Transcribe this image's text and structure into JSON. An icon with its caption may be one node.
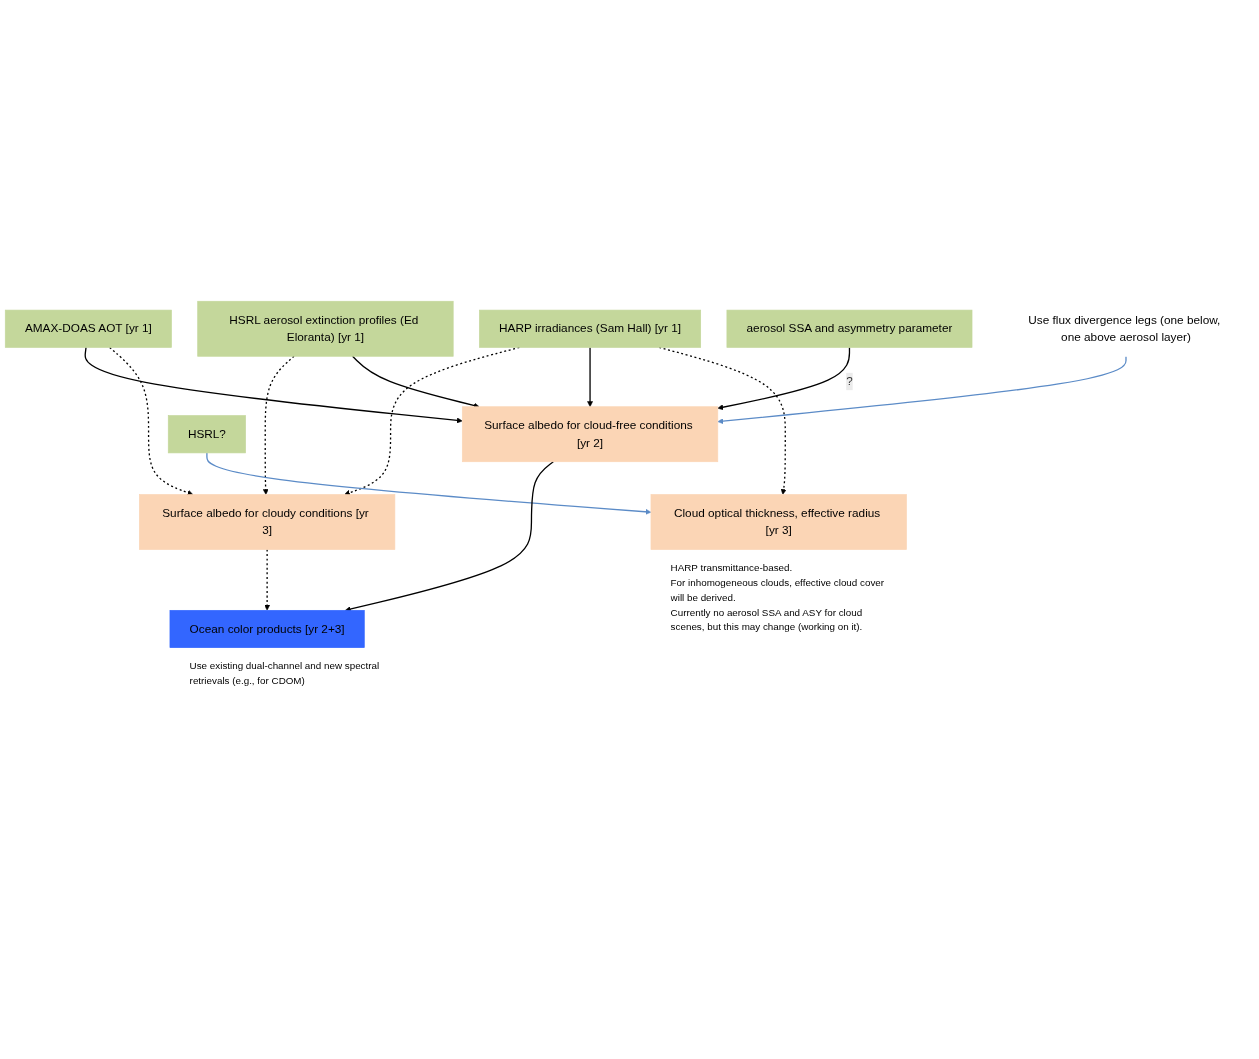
{
  "diagram": {
    "nodes": [
      {
        "text": [
          "HARP irradiances (Sam Hall) [yr 1]"
        ]
      },
      {
        "text": [
          "AMAX-DOAS AOT [yr 1]"
        ]
      },
      {
        "text": [
          "HSRL aerosol extinction profiles (Ed Eloranta) [yr 1]"
        ]
      },
      {
        "text": [
          "Surface albedo for cloud-free conditions [yr 2]"
        ]
      },
      {
        "text": [
          "aerosol SSA and asymmetry parameter"
        ]
      },
      {
        "text": [
          "Use flux divergence legs (one below, one above aerosol layer)"
        ]
      },
      {
        "text": [
          "HSRL?"
        ]
      },
      {
        "text": [
          "Surface albedo for cloudy conditions [yr 3]"
        ]
      },
      {
        "text": [
          "Cloud optical thickness, effective radius [yr 3]"
        ],
        "beside": [
          "HARP transmittance-based.",
          "For inhomogeneous clouds, effective cloud cover will be derived.",
          "Currently no aerosol SSA and ASY for cloud scenes, but this may change (working on it)."
        ]
      },
      {
        "text": [
          "Ocean color products [yr 2+3]"
        ],
        "beside": [
          "Use existing dual-channel and new spectral retrievals (e.g., for CDOM)"
        ]
      }
    ],
    "edges": [
      {
        "from": 1,
        "to": 3,
        "arrow": "to"
      },
      {
        "from": 1,
        "to": 7,
        "arrow": "to",
        "style": "dashed"
      },
      {
        "from": 0,
        "to": 7,
        "arrow": "to",
        "style": "dashed"
      },
      {
        "from": 0,
        "to": 3,
        "arrow": "to"
      },
      {
        "from": 0,
        "to": 8,
        "arrow": "to",
        "style": "dashed"
      },
      {
        "from": 2,
        "to": 7,
        "arrow": "to",
        "style": "dashed"
      },
      {
        "from": 2,
        "to": 3,
        "arrow": "to"
      },
      {
        "from": 4,
        "to": 3,
        "arrow": "to",
        "label": "?"
      },
      {
        "from": 5,
        "to": 3,
        "arrow": "to",
        "color": "#5b8bc7"
      },
      {
        "from": 6,
        "to": 8,
        "arrow": "to",
        "color": "#5b8bc7"
      },
      {
        "from": 3,
        "to": 9,
        "arrow": "to"
      },
      {
        "from": 7,
        "to": 9,
        "arrow": "to",
        "style": "dashed"
      }
    ]
  }
}
